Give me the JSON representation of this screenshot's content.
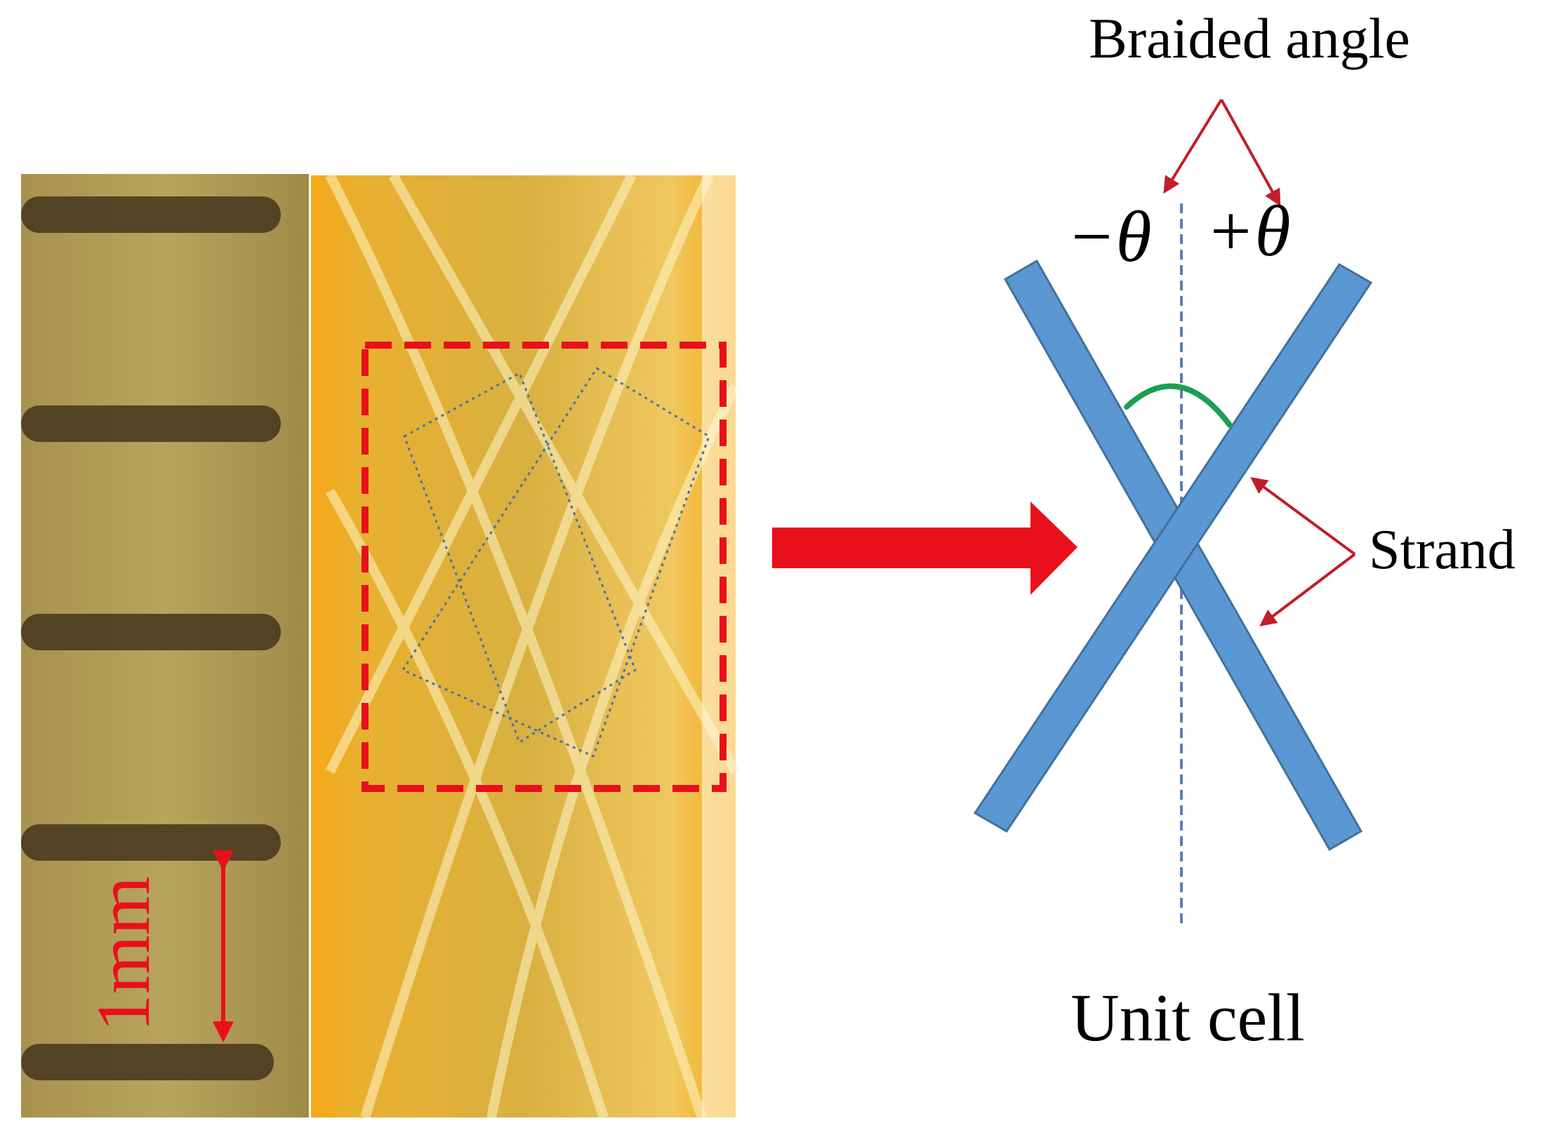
{
  "figure": {
    "scale_label": "1mm",
    "braided_angle_label": "Braided angle",
    "minus_theta_label": "−θ",
    "plus_theta_label": "+θ",
    "strand_label": "Strand",
    "unit_cell_label": "Unit cell"
  },
  "colors": {
    "annotation_red": "#e8101a",
    "pointer_red": "#c01e28",
    "strand_blue": "#5b97d2",
    "strand_outline": "#41719c",
    "angle_arc_green": "#1aa050",
    "axis_dash_blue": "#5a7fb0",
    "ruler_background": "#b09a52",
    "ruler_tick": "#4a3a20",
    "braid_gold": "#f0b020"
  },
  "icons": {
    "transform_arrow": "red-right-arrow-icon",
    "scale_arrow": "double-headed-arrow-icon"
  }
}
